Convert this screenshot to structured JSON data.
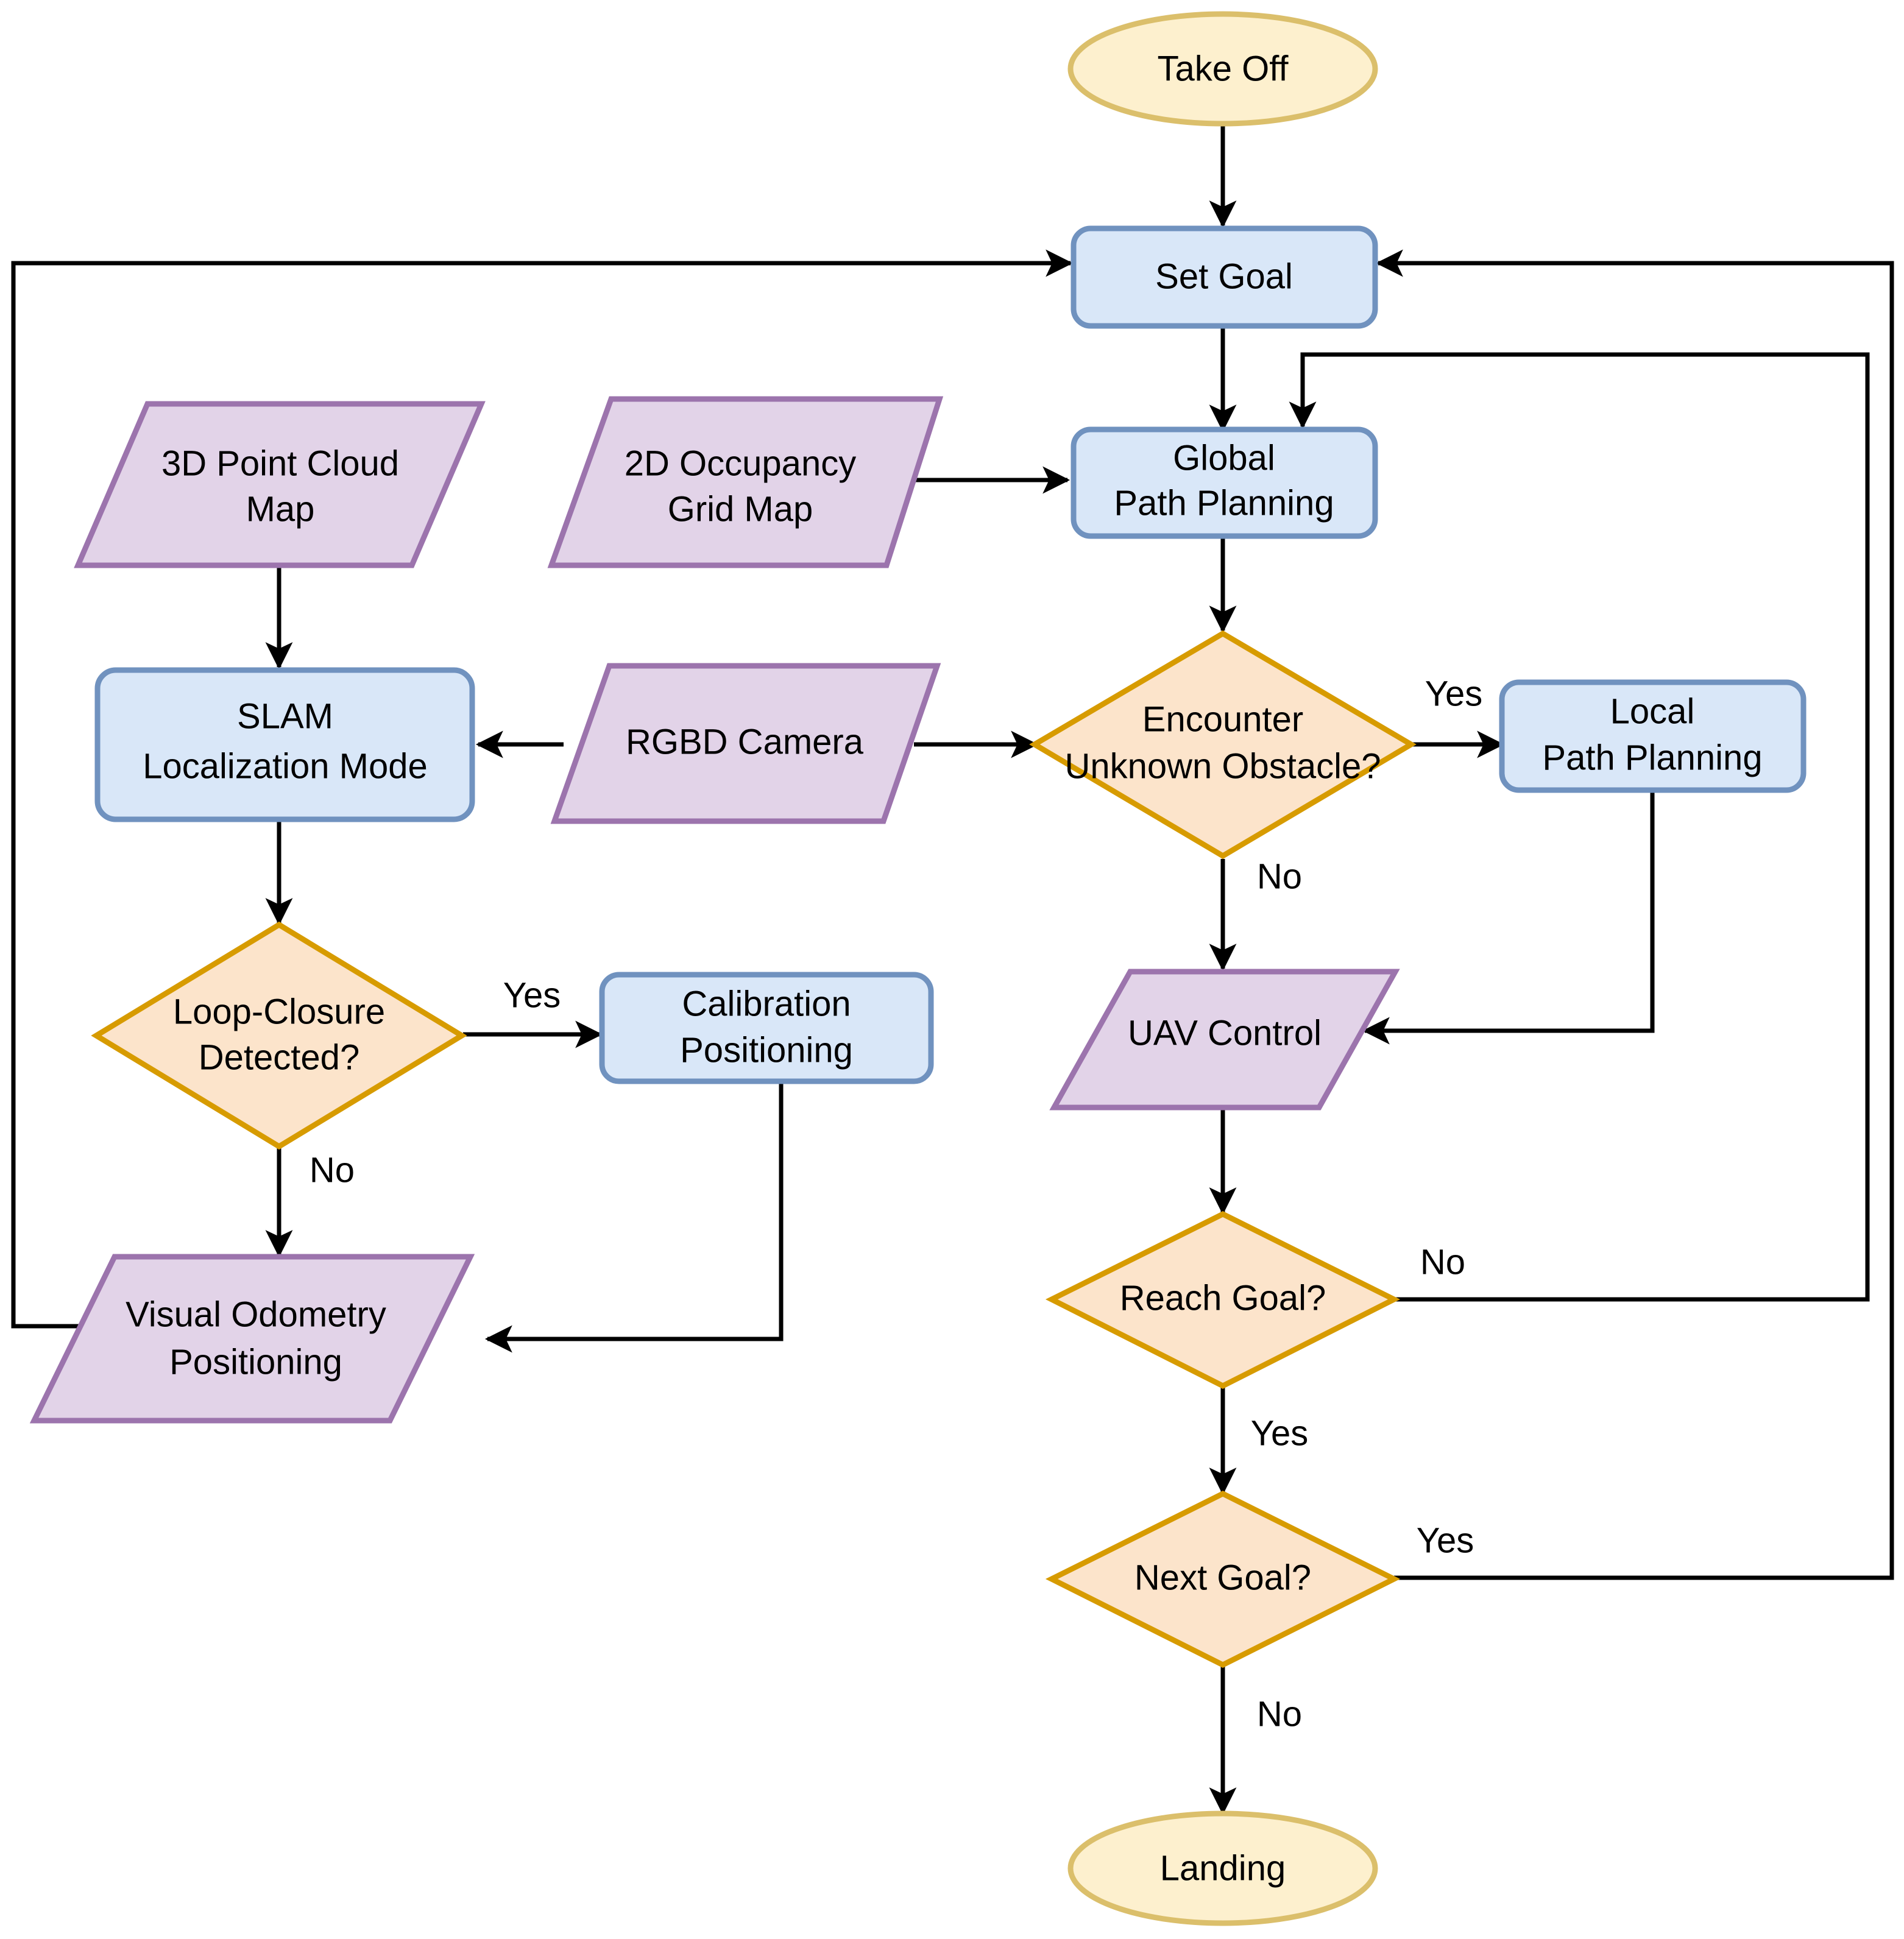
{
  "diagram": {
    "title": "UAV Autonomous Navigation Flowchart",
    "type": "flowchart",
    "background": "#ffffff",
    "palette": {
      "terminator_fill": "#fdf0ce",
      "terminator_stroke": "#dbbf6b",
      "process_fill": "#d9e7f8",
      "process_stroke": "#7092bf",
      "decision_fill": "#fce4cb",
      "decision_stroke": "#d79b00",
      "data_fill": "#e2d3e8",
      "data_stroke": "#9c74ad",
      "connector": "#000000",
      "text": "#000000"
    }
  },
  "nodes": {
    "take_off": {
      "label": "Take Off",
      "shape": "terminator"
    },
    "set_goal": {
      "label": "Set Goal",
      "shape": "process"
    },
    "point_cloud_map": {
      "label_line1": "3D Point Cloud",
      "label_line2": "Map",
      "shape": "data"
    },
    "occupancy_grid_map": {
      "label_line1": "2D Occupancy",
      "label_line2": "Grid Map",
      "shape": "data"
    },
    "global_path_planning": {
      "label_line1": "Global",
      "label_line2": "Path Planning",
      "shape": "process"
    },
    "slam_localization": {
      "label_line1": "SLAM",
      "label_line2": "Localization Mode",
      "shape": "process"
    },
    "rgbd_camera": {
      "label": "RGBD Camera",
      "shape": "data"
    },
    "encounter_obstacle": {
      "label_line1": "Encounter",
      "label_line2": "Unknown Obstacle?",
      "shape": "decision"
    },
    "local_path_planning": {
      "label_line1": "Local",
      "label_line2": "Path Planning",
      "shape": "process"
    },
    "loop_closure": {
      "label_line1": "Loop-Closure",
      "label_line2": "Detected?",
      "shape": "decision"
    },
    "calibration_positioning": {
      "label_line1": "Calibration",
      "label_line2": "Positioning",
      "shape": "process"
    },
    "uav_control": {
      "label": "UAV Control",
      "shape": "data"
    },
    "visual_odometry": {
      "label_line1": "Visual Odometry",
      "label_line2": "Positioning",
      "shape": "data"
    },
    "reach_goal": {
      "label": "Reach Goal?",
      "shape": "decision"
    },
    "next_goal": {
      "label": "Next Goal?",
      "shape": "decision"
    },
    "landing": {
      "label": "Landing",
      "shape": "terminator"
    }
  },
  "edge_labels": {
    "encounter_yes": "Yes",
    "encounter_no": "No",
    "loop_closure_yes": "Yes",
    "loop_closure_no": "No",
    "reach_goal_no": "No",
    "reach_goal_yes": "Yes",
    "next_goal_yes": "Yes",
    "next_goal_no": "No"
  }
}
